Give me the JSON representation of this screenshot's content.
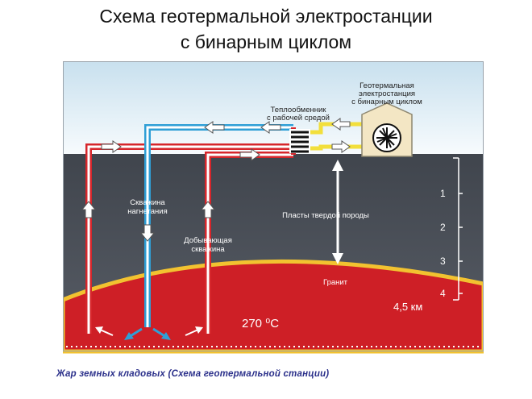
{
  "title": {
    "line1": "Схема геотермальной электростанции",
    "line2": "с бинарным циклом"
  },
  "labels": {
    "station_line1": "Геотермальная",
    "station_line2": "электростанция",
    "station_line3": "с бинарным циклом",
    "exchanger_line1": "Теплообменник",
    "exchanger_line2": "с рабочей средой",
    "injection_line1": "Скважина",
    "injection_line2": "нагнетания",
    "production_line1": "Добывающая",
    "production_line2": "скважина",
    "rock": "Пласты твердой породы",
    "granite": "Гранит",
    "temperature": "270 ⁰C",
    "depth_max": "4,5 км"
  },
  "depth_ticks": [
    "1",
    "2",
    "3",
    "4"
  ],
  "caption": "Жар земных кладовых  (Схема геотермальной станции)",
  "colors": {
    "sky_top": "#cfe4ef",
    "rock": "#4b5058",
    "granite": "#ce1f26",
    "hot_pipe": "#d6262b",
    "cold_pipe": "#2f9fd6",
    "working_fluid": "#f2df3c",
    "caption": "#2a2f8a"
  }
}
